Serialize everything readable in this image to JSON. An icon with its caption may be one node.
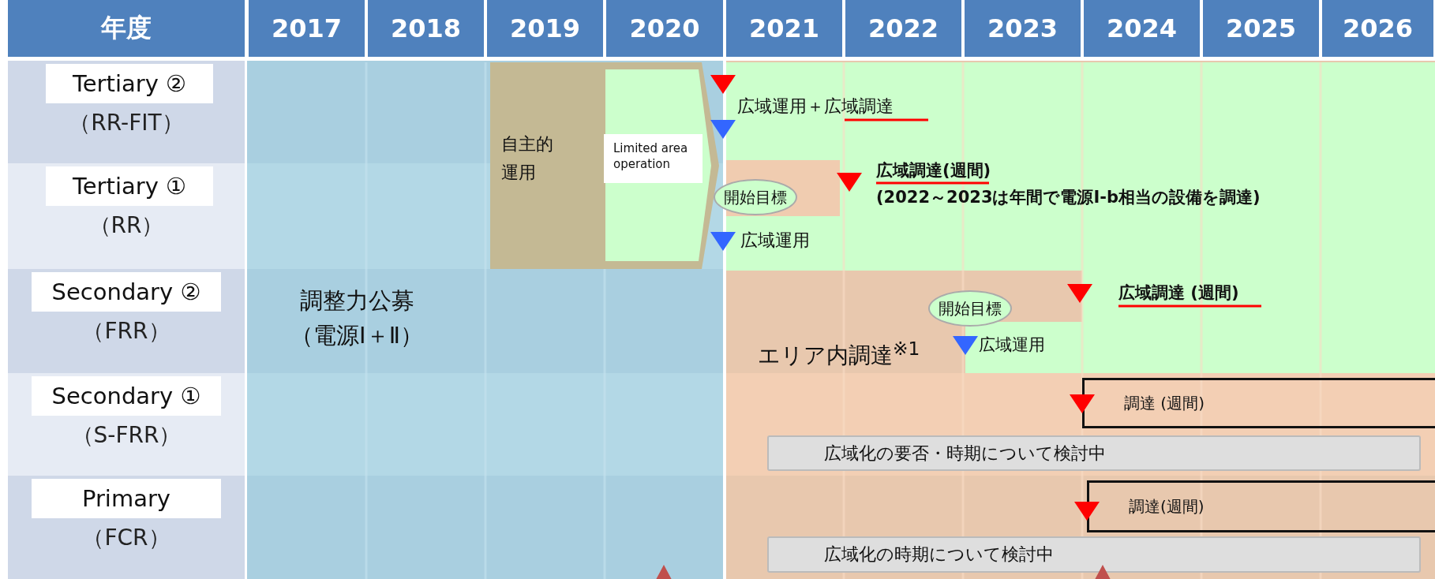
{
  "diagram": {
    "nodes": [
      {
        "text": [
          "Tertiary ②",
          "（RR-FIT）"
        ]
      },
      {
        "text": [
          "Tertiary ①",
          "（RR）"
        ]
      },
      {
        "text": [
          "Secondary ②",
          "（FRR）"
        ]
      },
      {
        "text": [
          "Secondary ①",
          "（S-FRR）"
        ]
      },
      {
        "text": [
          "Primary",
          "（FCR）"
        ]
      },
      {
        "text": [
          "自主的運用"
        ]
      },
      {
        "text": [
          "Limited area operation"
        ],
        "in": 5
      },
      {
        "text": [
          "開始目標"
        ]
      },
      {
        "text": [
          "開始目標"
        ]
      },
      {
        "text": [
          "調達 (週間)"
        ]
      },
      {
        "text": [
          "広域化の要否・時期について検討中"
        ]
      },
      {
        "text": [
          "調達(週間)"
        ]
      },
      {
        "text": [
          "広域化の時期について検討中"
        ]
      }
    ],
    "labels": [
      "年度",
      "2017",
      "2018",
      "2019",
      "2020",
      "2021",
      "2022",
      "2023",
      "2024",
      "2025",
      "2026",
      "調整力公募",
      "（電源Ⅰ＋Ⅱ）",
      "広域運用＋広域調達",
      "広域調達(週間)",
      "(2022～2023は年間で電源Ⅰ-b相当の設備を調達)",
      "広域運用",
      "広域調達 (週間)",
      "エリア内調達$^{※1}$",
      "広域運用"
    ]
  }
}
